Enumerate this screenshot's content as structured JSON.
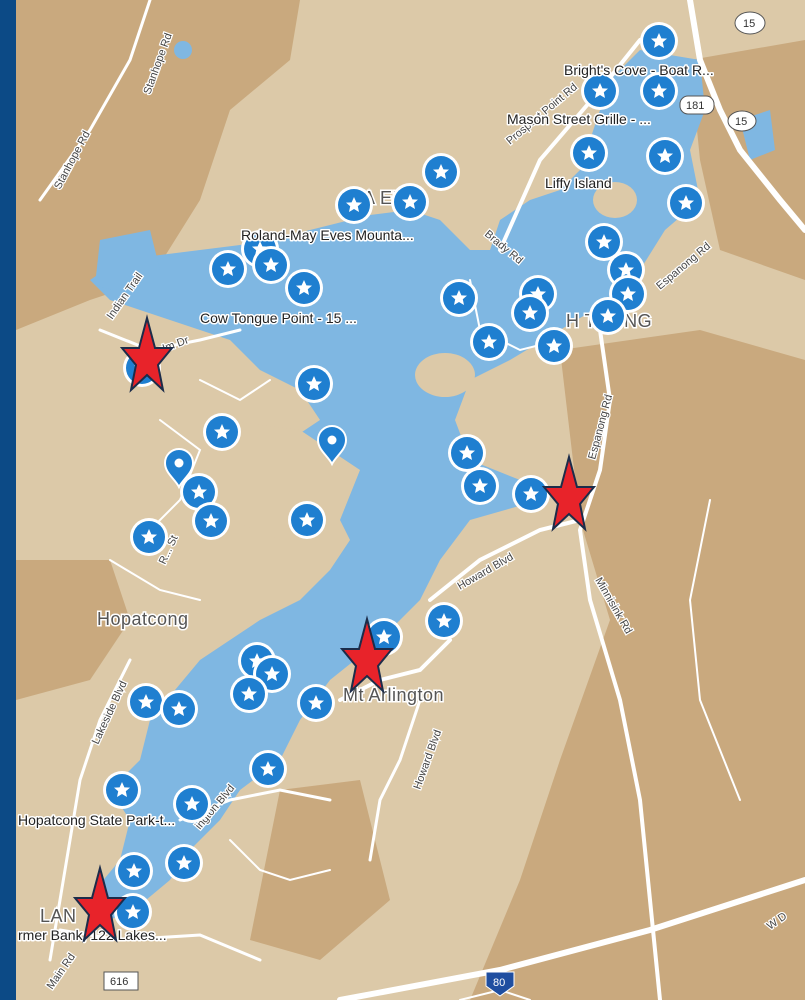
{
  "map": {
    "colors": {
      "frame": "#0c4a86",
      "land": "#dcc9a8",
      "land_dark": "#c9a97e",
      "water": "#7fb7e2",
      "road": "#ffffff",
      "marker": "#1f7fd0",
      "star_marker": "#e8232a"
    },
    "towns": {
      "hopatcong": "Hopatcong",
      "mt_arlington": "Mt Arlington",
      "landing_partial": "LAN",
      "hopatcong_north_partial": "H  TCONG",
      "lake_partial": "E",
      "north_partial": "A   ER"
    },
    "place_labels": {
      "brights_cove": "Bright's Cove - Boat R...",
      "mason_street": "Mason Street Grille - ...",
      "liffy_island": "Liffy Island",
      "roland_may": "Roland-May Eves Mounta...",
      "cow_tongue": "Cow Tongue Point - 15 ...",
      "state_park": "Hopatcong State Park-t...",
      "farmer_bank": "rmer Bank, 122 Lakes..."
    },
    "road_labels": {
      "stanhope_rd": "Stanhope Rd",
      "prospect_point_rd": "Prospect Point Rd",
      "brady_rd": "Brady Rd",
      "espanong_rd_n": "Espanong Rd",
      "espanong_rd_s": "Espanong Rd",
      "indian_trail": "Indian Trail",
      "elm_dr": "Im Dr",
      "howard_blvd_n": "Howard Blvd",
      "howard_blvd_s": "Howard Blvd",
      "minnisink_rd": "Minnisink Rd",
      "lakeside_blvd": "Lakeside Blvd",
      "lakeside_blvd_2": "ington Blvd",
      "main_rd": "Main Rd",
      "river_styx": "R... St",
      "w_d": "W D"
    },
    "shields": {
      "rt15_top": "15",
      "rt15_right": "15",
      "rt181": "181",
      "cr616": "616",
      "i80": "80"
    },
    "marker_icons": {
      "star_marker": "star-icon",
      "pin_marker": "map-pin-icon",
      "red_star": "red-star-icon"
    }
  }
}
